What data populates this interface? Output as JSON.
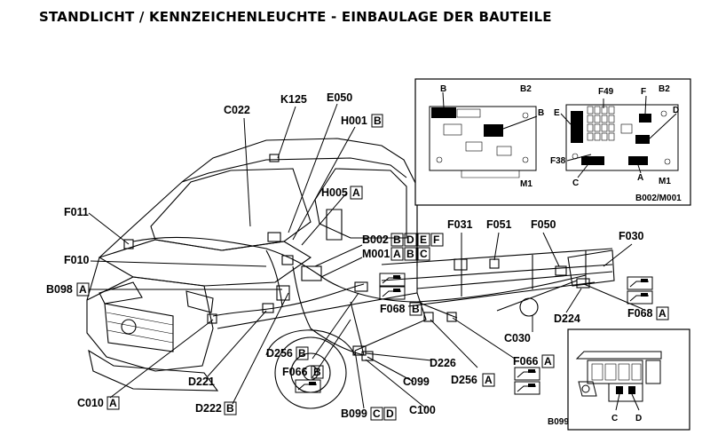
{
  "title": "STANDLICHT / KENNZEICHENLEUCHTE - EINBAULAGE DER BAUTEILE",
  "labels": {
    "C022": "C022",
    "K125": "K125",
    "E050": "E050",
    "H001": "H001",
    "H001_tag": "B",
    "H005": "H005",
    "H005_tag": "A",
    "F011": "F011",
    "F010": "F010",
    "B098": "B098",
    "B098_tag": "A",
    "B002": "B002",
    "B002_tags": [
      "B",
      "D",
      "E",
      "F"
    ],
    "M001": "M001",
    "M001_tags": [
      "A",
      "B",
      "C"
    ],
    "F031": "F031",
    "F051": "F051",
    "F050": "F050",
    "F030": "F030",
    "F068_1": "F068",
    "F068_1_tag": "B",
    "F068_2": "F068",
    "F068_2_tag": "A",
    "D224": "D224",
    "C030": "C030",
    "D256_1": "D256",
    "D256_1_tag": "B",
    "D256_2": "D256",
    "D256_2_tag": "A",
    "F066_1": "F066",
    "F066_1_tag": "B",
    "F066_2": "F066",
    "F066_2_tag": "A",
    "D226": "D226",
    "C099": "C099",
    "D221": "D221",
    "C010": "C010",
    "C010_tag": "A",
    "D222": "D222",
    "D222_tag": "B",
    "B099_1": "B099",
    "B099_1_tags": [
      "C",
      "D"
    ],
    "C100": "C100"
  },
  "inset_top": {
    "B_left": "B",
    "B2_left": "B2",
    "B_mid": "B",
    "M1_left": "M1",
    "F49": "F49",
    "F": "F",
    "B2_right": "B2",
    "E": "E",
    "D": "D",
    "F38": "F38",
    "C": "C",
    "A": "A",
    "M1_right": "M1",
    "caption": "B002/M001"
  },
  "inset_bottom": {
    "C": "C",
    "D": "D",
    "caption": "B099"
  }
}
